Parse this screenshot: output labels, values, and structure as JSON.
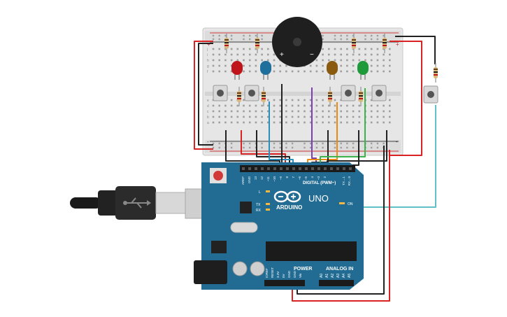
{
  "board": {
    "brand": "ARDUINO",
    "model": "UNO",
    "digital_label": "DIGITAL (PWM~)",
    "power_label": "POWER",
    "analog_label": "ANALOG IN",
    "on_label": "ON",
    "l_label": "L",
    "tx_label": "TX",
    "rx_label": "RX",
    "aref_label": "AREF",
    "gnd_label": "GND",
    "tx_pin_label": "TX→1",
    "rx_pin_label": "RX←0",
    "digital_pins": [
      "13",
      "12",
      "~11",
      "~10",
      "~9",
      "8",
      "7",
      "~6",
      "~5",
      "4",
      "~3",
      "2"
    ],
    "power_pins": [
      "IOREF",
      "RESET",
      "3.3V",
      "5V",
      "GND",
      "GND",
      "Vin"
    ],
    "analog_pins": [
      "A0",
      "A1",
      "A2",
      "A3",
      "A4",
      "A5"
    ]
  },
  "breadboard": {
    "row_letters_top": [
      "j",
      "i",
      "h",
      "g",
      "f"
    ],
    "row_letters_bottom": [
      "e",
      "d",
      "c",
      "b",
      "a"
    ],
    "plus": "+",
    "minus": "-"
  },
  "buzzer": {
    "plus": "+",
    "minus": "−"
  },
  "leds": [
    {
      "color_name": "red",
      "color": "#c0141b"
    },
    {
      "color_name": "blue",
      "color": "#1f6f9c"
    },
    {
      "color_name": "amber",
      "color": "#8a5a0e"
    },
    {
      "color_name": "green",
      "color": "#1f9a3a"
    }
  ],
  "wire_colors": {
    "red": "#d92222",
    "black": "#222222",
    "blue": "#2a8fbf",
    "cyan": "#5fc0c8",
    "purple": "#7b3fb0",
    "orange": "#e98a12",
    "green": "#3bb34a"
  },
  "icons": [
    "usb-cable-icon",
    "usb-symbol-icon",
    "arduino-logo-icon"
  ]
}
